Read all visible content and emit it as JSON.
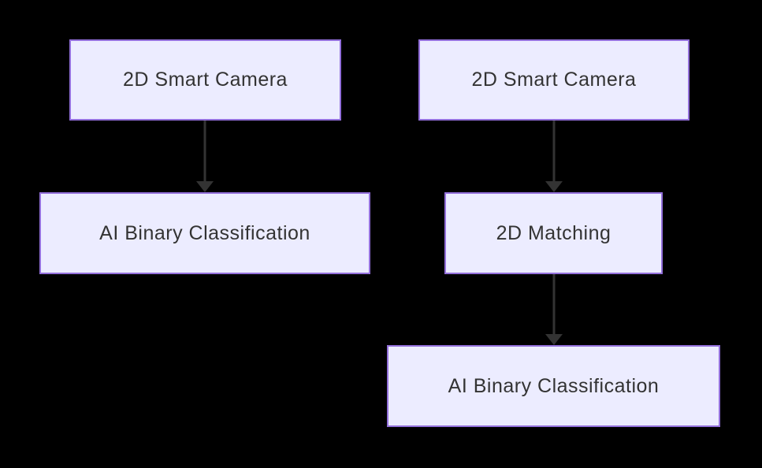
{
  "diagram": {
    "type": "flowchart",
    "direction": "top-down",
    "colors": {
      "background": "#000000",
      "node_fill": "#ECECFF",
      "node_border": "#9370DB",
      "node_text": "#333333",
      "arrow": "#333333"
    },
    "nodes": {
      "left_top": "2D Smart Camera",
      "left_bottom": "AI Binary Classification",
      "right_top": "2D Smart Camera",
      "right_middle": "2D Matching",
      "right_bottom": "AI Binary Classification"
    },
    "edges": [
      {
        "from": "left_top",
        "to": "left_bottom"
      },
      {
        "from": "right_top",
        "to": "right_middle"
      },
      {
        "from": "right_middle",
        "to": "right_bottom"
      }
    ]
  }
}
